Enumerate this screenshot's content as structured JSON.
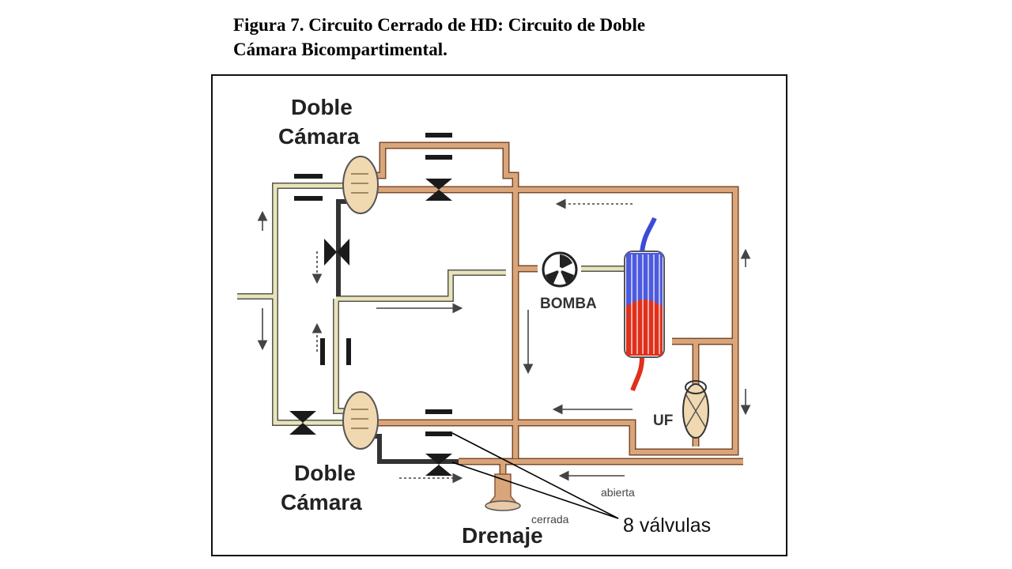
{
  "figure": {
    "title_line1": "Figura 7. Circuito Cerrado de HD: Circuito de Doble",
    "title_line2": "Cámara Bicompartimental."
  },
  "labels": {
    "top_chamber_line1": "Doble",
    "top_chamber_line2": "Cámara",
    "bottom_chamber_line1": "Doble",
    "bottom_chamber_line2": "Cámara",
    "pump": "BOMBA",
    "uf": "UF",
    "drain": "Drenaje",
    "valves": "8 válvulas",
    "open": "abierta",
    "closed": "cerrada"
  },
  "colors": {
    "dialysate_line": "#d9a57a",
    "fresh_line": "#e8e4b8",
    "dark_line": "#333333",
    "chamber_fill": "#f0d8b0",
    "filter_blue": "#3b4bd8",
    "filter_red": "#e0301c"
  }
}
